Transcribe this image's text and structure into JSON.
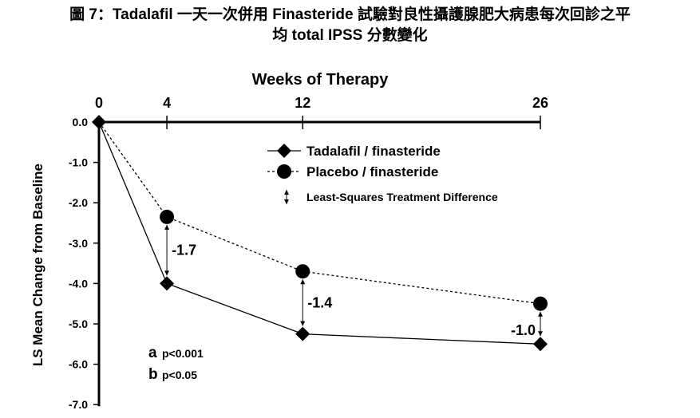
{
  "title_line1": "圖 7：Tadalafil 一天一次併用 Finasteride 試驗對良性攝護腺肥大病患每次回診之平",
  "title_line2": "均 total IPSS 分數變化",
  "chart_data": {
    "type": "line",
    "xlabel": "Weeks of Therapy",
    "ylabel": "LS Mean Change from Baseline",
    "x": [
      0,
      4,
      12,
      26
    ],
    "x_ticks": [
      "0",
      "4",
      "12",
      "26"
    ],
    "ylim": [
      -7.0,
      0.0
    ],
    "y_ticks": [
      "0.0",
      "-1.0",
      "-2.0",
      "-3.0",
      "-4.0",
      "-5.0",
      "-6.0",
      "-7.0"
    ],
    "series": [
      {
        "name": "Tadalafil / finasteride",
        "marker": "diamond",
        "line": "solid",
        "values": [
          0.0,
          -4.0,
          -5.25,
          -5.5
        ]
      },
      {
        "name": "Placebo / finasteride",
        "marker": "circle",
        "line": "dotted",
        "values": [
          0.0,
          -2.35,
          -3.7,
          -4.5
        ]
      }
    ],
    "difference_legend": "Least-Squares Treatment Difference",
    "differences": [
      {
        "x": 4,
        "label": "-1.7"
      },
      {
        "x": 12,
        "label": "-1.4"
      },
      {
        "x": 26,
        "label": "-1.0"
      }
    ],
    "notes": [
      {
        "letter": "a",
        "text": "p<0.001"
      },
      {
        "letter": "b",
        "text": "p<0.05"
      }
    ],
    "grid": false,
    "legend_position": "top-right"
  }
}
